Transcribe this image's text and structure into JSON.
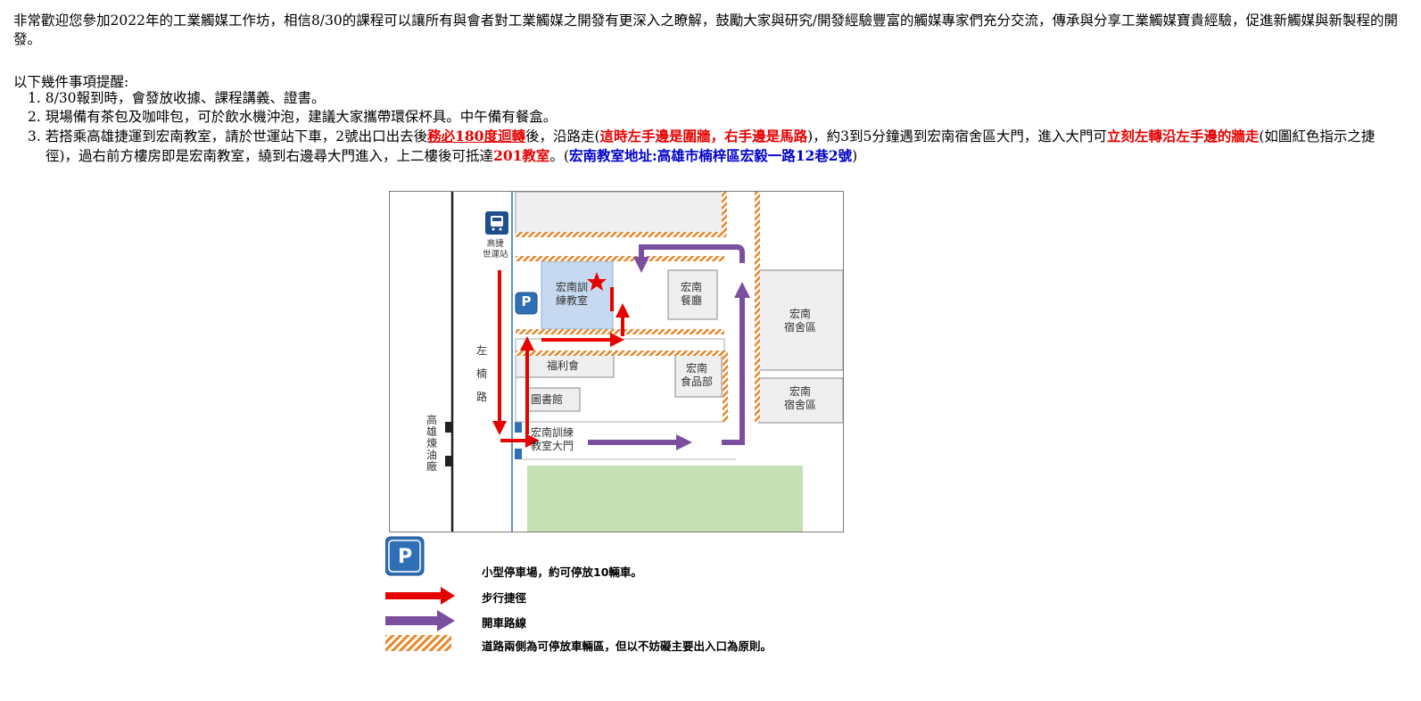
{
  "intro_text": "非常歡迎您參加2022年的工業觸媒工作坊，相信8/30的課程可以讓所有與會者對工業觸媒之開發有更深入之瞭解，鼓勵大家與研究/開發經驗豐富的觸媒專家們充分交流，傳承與分享工業觸媒寶貴經驗，促進新觸媒與新製程的開發。",
  "reminder_title": "以下幾件事項提醒:",
  "notes": [
    {
      "number": "1.",
      "text": "8/30報到時，會發放收據、課程講義、證書。"
    },
    {
      "number": "2.",
      "text": "現場備有茶包及咖啡包，可於飲水機沖泡，建議大家攜帶環保杯具。中午備有餐盒。"
    }
  ],
  "note3": {
    "number": "3.",
    "t1": "若搭乘高雄捷運到宏南教室，請於世運站下車，2號出口出去後",
    "t2": "務必180度迴轉",
    "t3": "後，沿路走(",
    "t4": "這時左手邊是圍牆",
    "t5": "，",
    "t6": "右手邊是馬路",
    "t7": ")，約3到5分鐘遇到宏南宿舍區大門，進入大門可",
    "t8": "立刻左轉沿左手邊的牆走",
    "t9": "(如圖紅色指示之捷徑)，過右前方樓房即是宏南教室，繞到右邊尋大門進入，上二樓後可抵達",
    "t10": "201教室",
    "t11": "。(",
    "t12": "宏南教室地址:高雄市楠梓區宏毅一路12巷2號",
    "t13": ")"
  },
  "map": {
    "metro_station": "高捷\n世運站",
    "classroom": "宏南訓\n練教室",
    "restaurant": "宏南\n餐廳",
    "dorm_1": "宏南\n宿舍區",
    "dorm_2": "宏南\n宿舍區",
    "welfare": "福利會",
    "library": "圖書館",
    "store": "宏南\n食品部",
    "gate": "宏南訓練\n教室大門",
    "road_name": "左\n\n楠\n\n路",
    "refinery": "高\n雄\n煉\n油\n廠",
    "parking_symbol": "P"
  },
  "legend": {
    "parking": "小型停車場，約可停放10輛車。",
    "walk": "步行捷徑",
    "drive": "開車路線",
    "roadside": "道路兩側為可停放車輛區，但以不妨礙主要出入口為原則。"
  },
  "colors": {
    "walk_arrow": "#e60000",
    "drive_arrow": "#7b4fa0",
    "hatch": "#e8862a",
    "parking_blue": "#2f6fb5",
    "green_area": "#c5e0b4",
    "building_fill": "#efefef",
    "classroom_fill": "#c6d9f1"
  }
}
